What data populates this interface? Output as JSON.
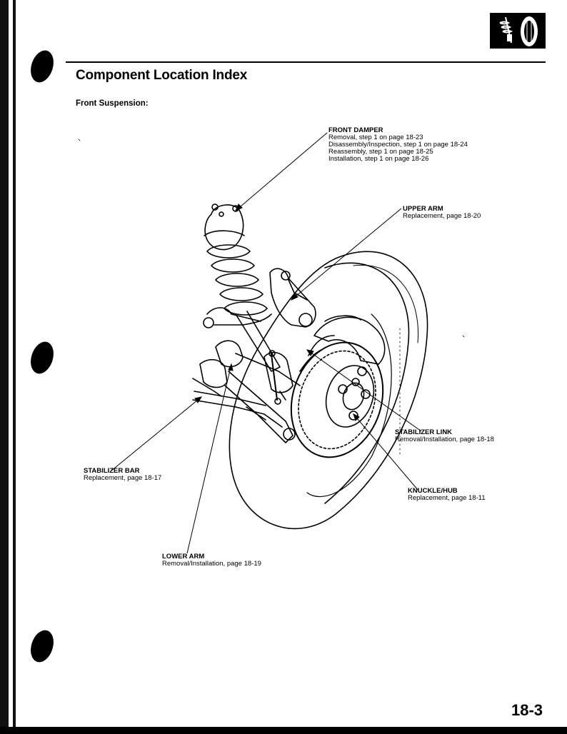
{
  "header": {
    "title": "Component Location Index",
    "subtitle": "Front Suspension:",
    "section_icon": "shock-absorber-wheel-icon"
  },
  "callouts": {
    "front_damper": {
      "name": "FRONT DAMPER",
      "lines": [
        "Removal, step 1 on page 18-23",
        "Disassembly/Inspection, step 1 on page 18-24",
        "Reassembly, step 1 on page 18-25",
        "Installation, step 1 on page 18-26"
      ]
    },
    "upper_arm": {
      "name": "UPPER ARM",
      "lines": [
        "Replacement, page 18-20"
      ]
    },
    "stabilizer_link": {
      "name": "STABILIZER LINK",
      "lines": [
        "Removal/Installation, page 18-18"
      ]
    },
    "stabilizer_bar": {
      "name": "STABILIZER BAR",
      "lines": [
        "Replacement, page 18-17"
      ]
    },
    "knuckle_hub": {
      "name": "KNUCKLE/HUB",
      "lines": [
        "Replacement, page 18-11"
      ]
    },
    "lower_arm": {
      "name": "LOWER ARM",
      "lines": [
        "Removal/Installation, page 18-19"
      ]
    }
  },
  "footer": {
    "page_number": "18-3"
  }
}
